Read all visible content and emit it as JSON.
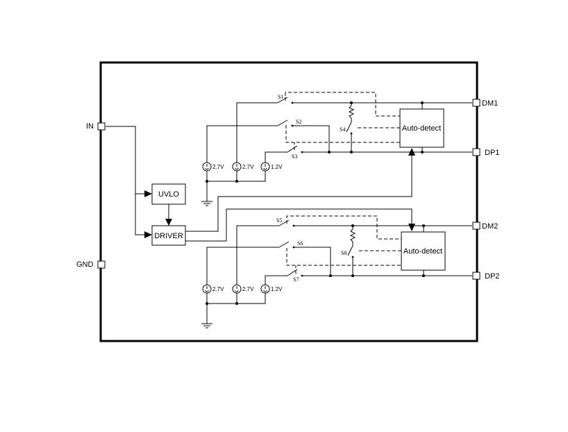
{
  "pins": {
    "in": "IN",
    "gnd": "GND",
    "dm1": "DM1",
    "dp1": "DP1",
    "dm2": "DM2",
    "dp2": "DP2"
  },
  "blocks": {
    "uvlo": "UVLO",
    "driver": "DRIVER",
    "auto_detect_1": "Auto-detect",
    "auto_detect_2": "Auto-detect"
  },
  "switches": {
    "s1": "S1",
    "s2": "S2",
    "s3": "S3",
    "s4": "S4",
    "s5": "S5",
    "s6": "S6",
    "s7": "S7",
    "s8": "S8"
  },
  "sources": {
    "top_a": "2.7V",
    "top_b": "2.7V",
    "top_c": "1.2V",
    "bot_a": "2.7V",
    "bot_b": "2.7V",
    "bot_c": "1.2V"
  }
}
